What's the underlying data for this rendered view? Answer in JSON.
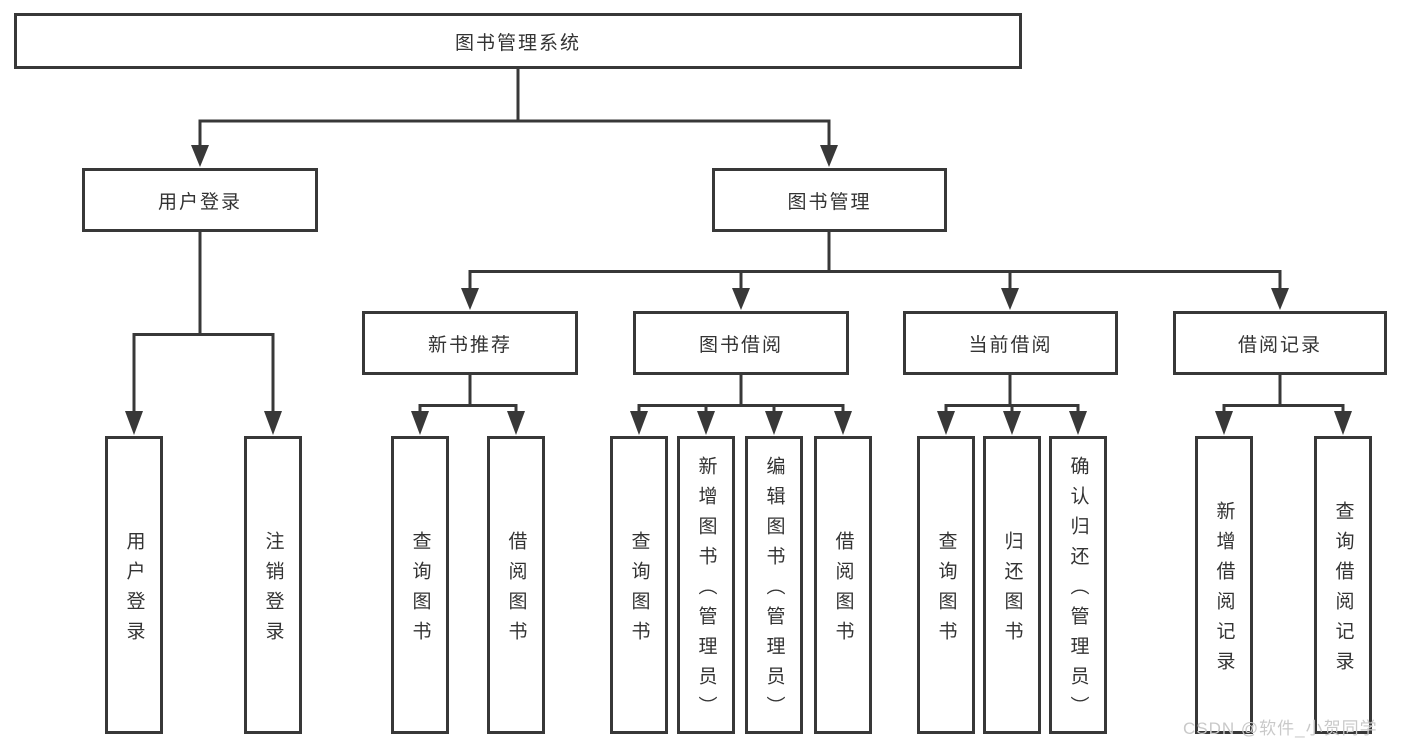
{
  "colors": {
    "line": "#383838",
    "text": "#333333",
    "watermark": "#c9c9c9",
    "background": "#ffffff"
  },
  "watermark": {
    "text": "CSDN @软件_小贺同学"
  },
  "diagram": {
    "type": "tree",
    "root": {
      "label": "图书管理系统",
      "children": [
        {
          "label": "用户登录",
          "children": [
            {
              "label": "用户登录"
            },
            {
              "label": "注销登录"
            }
          ]
        },
        {
          "label": "图书管理",
          "children": [
            {
              "label": "新书推荐",
              "children": [
                {
                  "label": "查询图书"
                },
                {
                  "label": "借阅图书"
                }
              ]
            },
            {
              "label": "图书借阅",
              "children": [
                {
                  "label": "查询图书"
                },
                {
                  "label": "新增图书（管理员）"
                },
                {
                  "label": "编辑图书（管理员）"
                },
                {
                  "label": "借阅图书"
                }
              ]
            },
            {
              "label": "当前借阅",
              "children": [
                {
                  "label": "查询图书"
                },
                {
                  "label": "归还图书"
                },
                {
                  "label": "确认归还（管理员）"
                }
              ]
            },
            {
              "label": "借阅记录",
              "children": [
                {
                  "label": "新增借阅记录"
                },
                {
                  "label": "查询借阅记录"
                }
              ]
            }
          ]
        }
      ]
    }
  }
}
